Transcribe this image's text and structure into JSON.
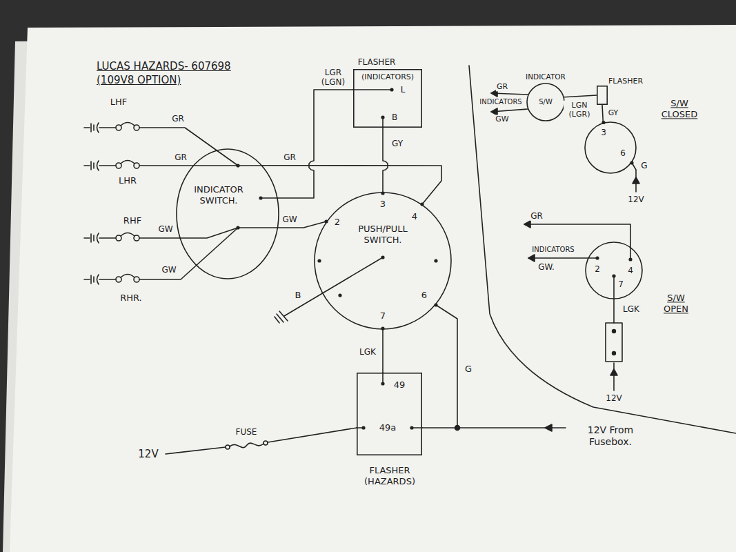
{
  "diagram": {
    "title": "LUCAS HAZARDS- 607698 (109V8 OPTION)",
    "nodes": [
      {
        "text": [
          "INDICATOR SWITCH."
        ]
      },
      {
        "text": [
          "FLASHER",
          "(INDICATORS)",
          "L",
          "B"
        ]
      },
      {
        "text": [
          "PUSH/PULL SWITCH.",
          "3",
          "4",
          "2",
          "7",
          "6"
        ]
      },
      {
        "text": [
          "49",
          "49a",
          "FLASHER (HAZARDS)"
        ]
      },
      {
        "text": [
          "INDICATOR",
          "S/W"
        ]
      },
      {
        "text": [
          "FLASHER"
        ]
      },
      {
        "text": [
          "3",
          "6"
        ]
      },
      {
        "text": [
          "2",
          "4",
          "7"
        ]
      }
    ],
    "edges": [
      {
        "from": 0,
        "to": 1,
        "label": "LGR (LGN)",
        "arrow": "none"
      },
      {
        "from": 1,
        "to": 2,
        "label": "GY",
        "arrow": "none"
      },
      {
        "from": 0,
        "to": 2,
        "label": "GR",
        "arrow": "none"
      },
      {
        "from": 0,
        "to": 2,
        "label": "GW",
        "arrow": "none"
      },
      {
        "from": 2,
        "to": 3,
        "label": "LGK",
        "arrow": "none"
      },
      {
        "from": 2,
        "to": 3,
        "label": "G",
        "arrow": "none"
      },
      {
        "from": 4,
        "to": 5,
        "label": "LGN (LGR)",
        "arrow": "none"
      },
      {
        "from": 5,
        "to": 6,
        "label": "GY",
        "arrow": "none"
      }
    ],
    "labels": [
      "LHF",
      "GR",
      "LHR",
      "GR",
      "RHF",
      "GW",
      "RHR.",
      "GW",
      "B",
      "12V",
      "FUSE",
      "12V From Fusebox.",
      "GR",
      "INDICATORS",
      "GW",
      "G",
      "12V",
      "S/W CLOSED",
      "GR",
      "INDICATORS",
      "GW.",
      "LGK",
      "12V",
      "S/W OPEN"
    ]
  }
}
